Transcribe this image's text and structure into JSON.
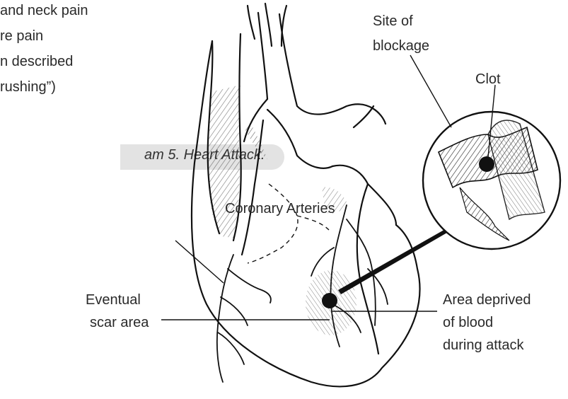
{
  "symptoms_text": {
    "line1": "and neck pain",
    "line2": "re pain",
    "line3": "n described",
    "line4": "rushing”)"
  },
  "caption": "am 5.  Heart Attack.",
  "labels": {
    "site_of_blockage_line1": "Site of",
    "site_of_blockage_line2": "blockage",
    "clot": "Clot",
    "coronary_arteries": "Coronary Arteries",
    "eventual_scar_line1": "Eventual",
    "eventual_scar_line2": "scar area",
    "area_deprived_line1": "Area deprived",
    "area_deprived_line2": "of blood",
    "area_deprived_line3": "during attack"
  }
}
